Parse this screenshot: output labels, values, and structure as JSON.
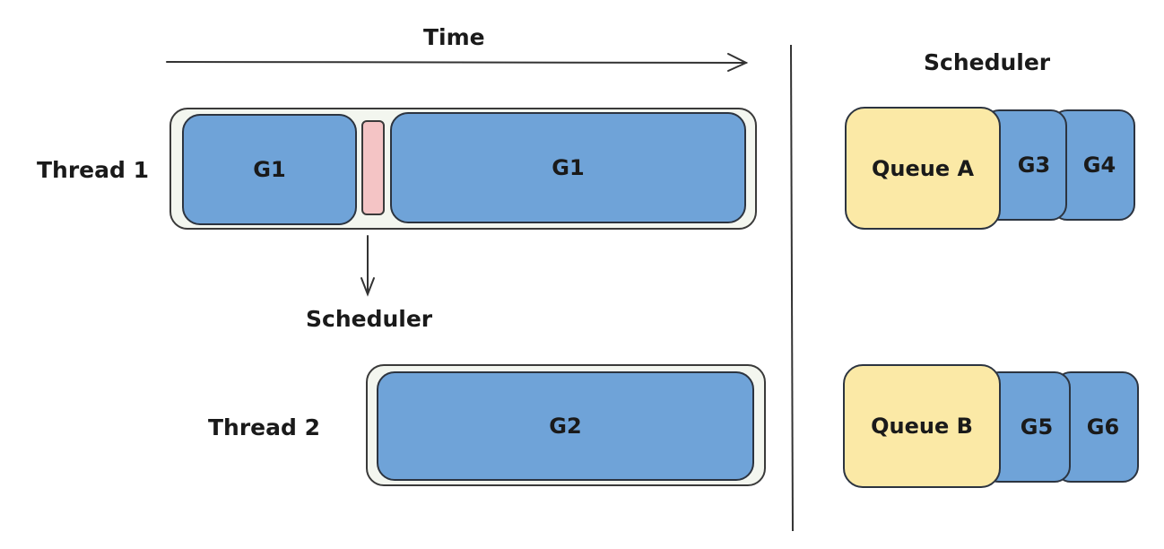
{
  "time_axis": {
    "label": "Time"
  },
  "threads": [
    {
      "label": "Thread 1",
      "segments": [
        {
          "label": "G1"
        },
        {
          "label": "G1"
        }
      ],
      "scheduler_callout": "Scheduler"
    },
    {
      "label": "Thread 2",
      "segments": [
        {
          "label": "G2"
        }
      ]
    }
  ],
  "scheduler_panel": {
    "title": "Scheduler",
    "queues": [
      {
        "label": "Queue A",
        "items": [
          "G3",
          "G4"
        ]
      },
      {
        "label": "Queue B",
        "items": [
          "G5",
          "G6"
        ]
      }
    ]
  },
  "colors": {
    "goroutine": "#6fa3d8",
    "queue": "#fbe9a6",
    "scheduler_slot": "#f4c4c5",
    "track": "#f3f6ef"
  }
}
